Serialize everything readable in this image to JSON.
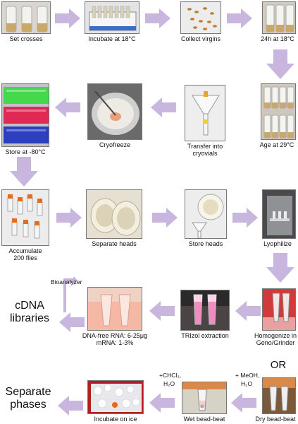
{
  "steps": {
    "set_crosses": "Set crosses",
    "incubate_18": "Incubate at 18°C",
    "collect_virgins": "Collect virgins",
    "h24_18": "24h at 18°C",
    "age_29": "Age at 29°C",
    "transfer_line1": "Transfer into",
    "transfer_line2": "cryovials",
    "cryofreeze": "Cryofreeze",
    "store_80": "Store at -80°C",
    "accumulate_line1": "Accumulate",
    "accumulate_line2": "200 flies",
    "separate_heads": "Separate heads",
    "store_heads": "Store heads",
    "lyophilize": "Lyophilize",
    "homogenize_line1": "Homogenize in",
    "homogenize_line2": "Geno/Grinder",
    "trizol": "TRIzol extraction",
    "dnafree_line1": "DNA-free RNA: 6-25μg",
    "dnafree_line2": "mRNA: 1-3%",
    "bioanalyzer": "Bioanalyzer",
    "cdna_line1": "cDNA",
    "cdna_line2": "libraries",
    "or_label": "OR",
    "meoh_line1": "+ MeOH,",
    "meoh_line2": "H₂O",
    "dry_bead": "Dry bead-beat",
    "chcl3_line1": "+CHCl₃,",
    "chcl3_line2": "H₂O",
    "wet_bead": "Wet bead-beat",
    "incubate_ice": "Incubate on ice",
    "separate_line1": "Separate",
    "separate_line2": "phases"
  },
  "colors": {
    "arrow": "#c9b6de"
  }
}
